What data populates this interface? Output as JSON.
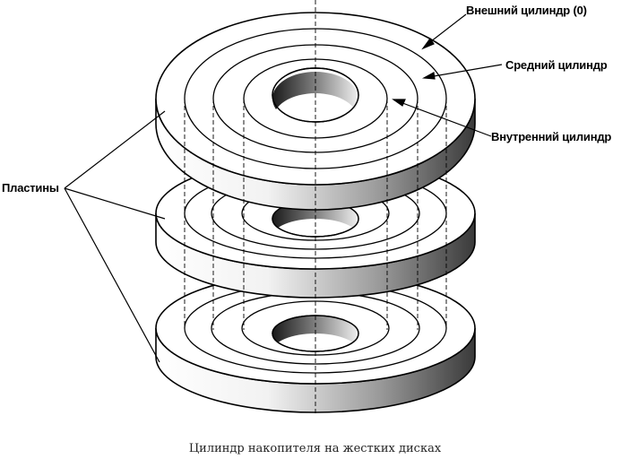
{
  "labels": {
    "outer_cylinder": "Внешний цилиндр (0)",
    "middle_cylinder": "Средний цилиндр",
    "inner_cylinder": "Внутренний цилиндр",
    "platters": "Пластины"
  },
  "caption": "Цилиндр накопителя на жестких дисках",
  "colors": {
    "stroke": "#000000",
    "fill": "#ffffff",
    "edge_light": "#ffffff",
    "edge_dark": "#3a3a3a"
  }
}
